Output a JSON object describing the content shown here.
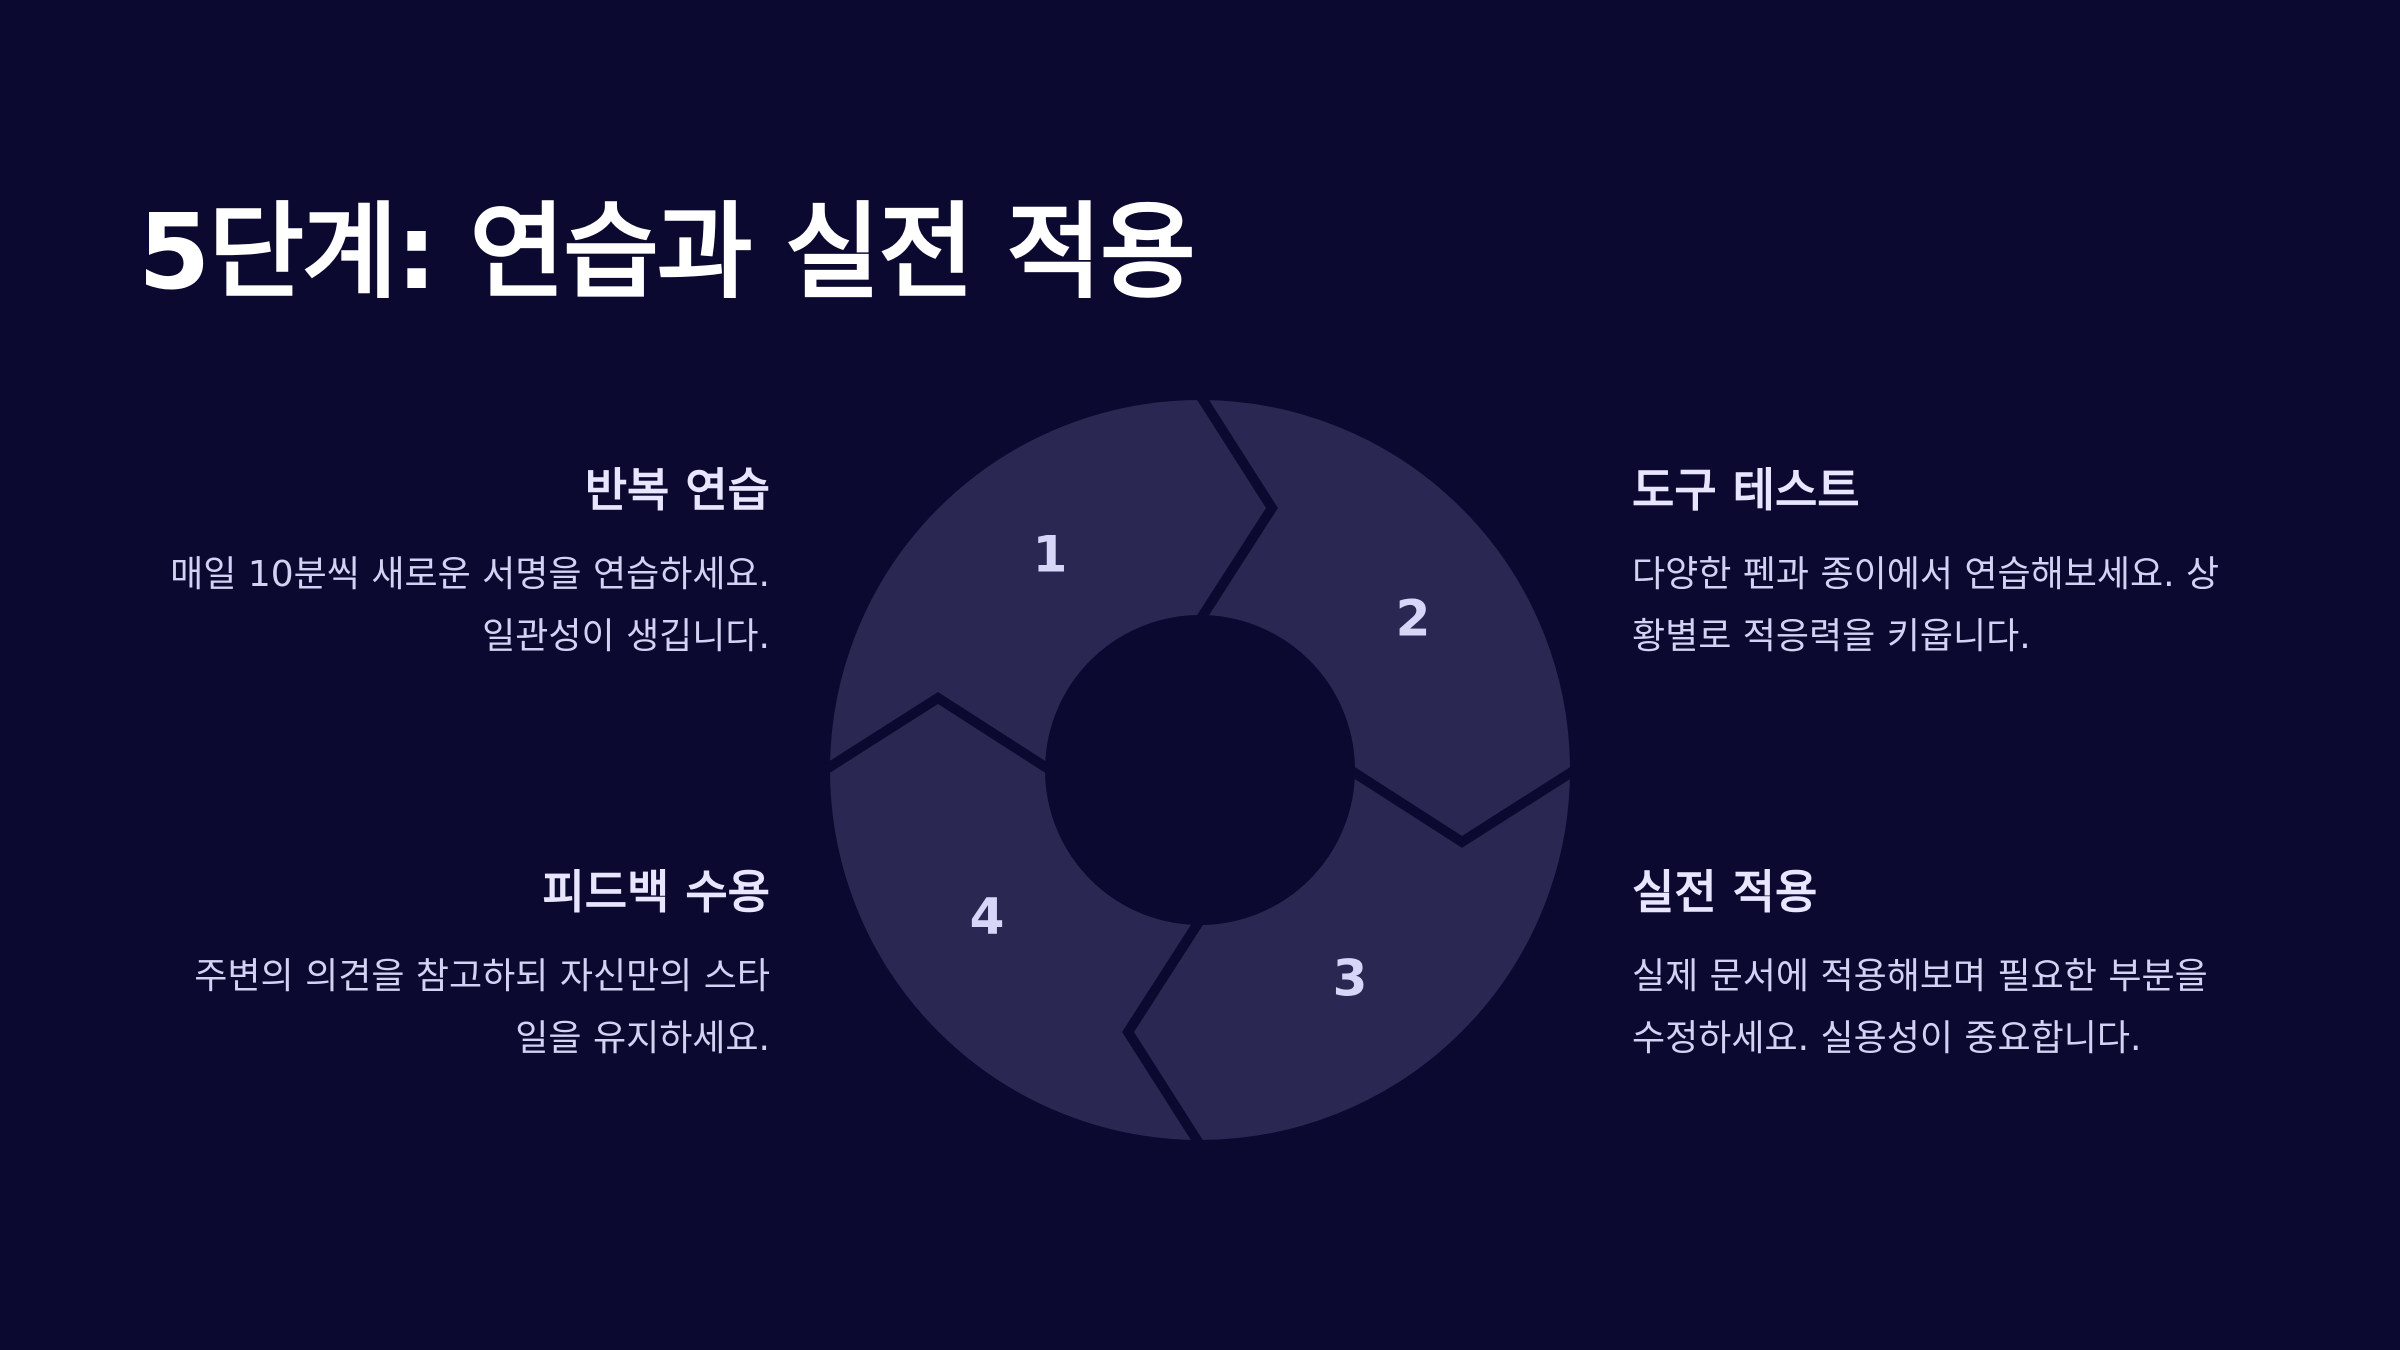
{
  "page": {
    "title": "5단계: 연습과 실전 적용"
  },
  "steps": [
    {
      "number": "1",
      "title": "반복 연습",
      "desc_line1": "매일 10분씩 새로운 서명을 연습하세요.",
      "desc_line2": "일관성이 생깁니다."
    },
    {
      "number": "2",
      "title": "도구 테스트",
      "desc_line1": "다양한 펜과 종이에서 연습해보세요. 상",
      "desc_line2": "황별로 적응력을 키웁니다."
    },
    {
      "number": "3",
      "title": "실전 적용",
      "desc_line1": "실제 문서에 적용해보며 필요한 부분을",
      "desc_line2": "수정하세요. 실용성이 중요합니다."
    },
    {
      "number": "4",
      "title": "피드백 수용",
      "desc_line1": "주변의 의견을 참고하되 자신만의 스타",
      "desc_line2": "일을 유지하세요."
    }
  ],
  "colors": {
    "background": "#0b0930",
    "segment_fill": "#2a2852",
    "heading_text": "#e8e6ff",
    "body_text": "#d4d2f2"
  }
}
